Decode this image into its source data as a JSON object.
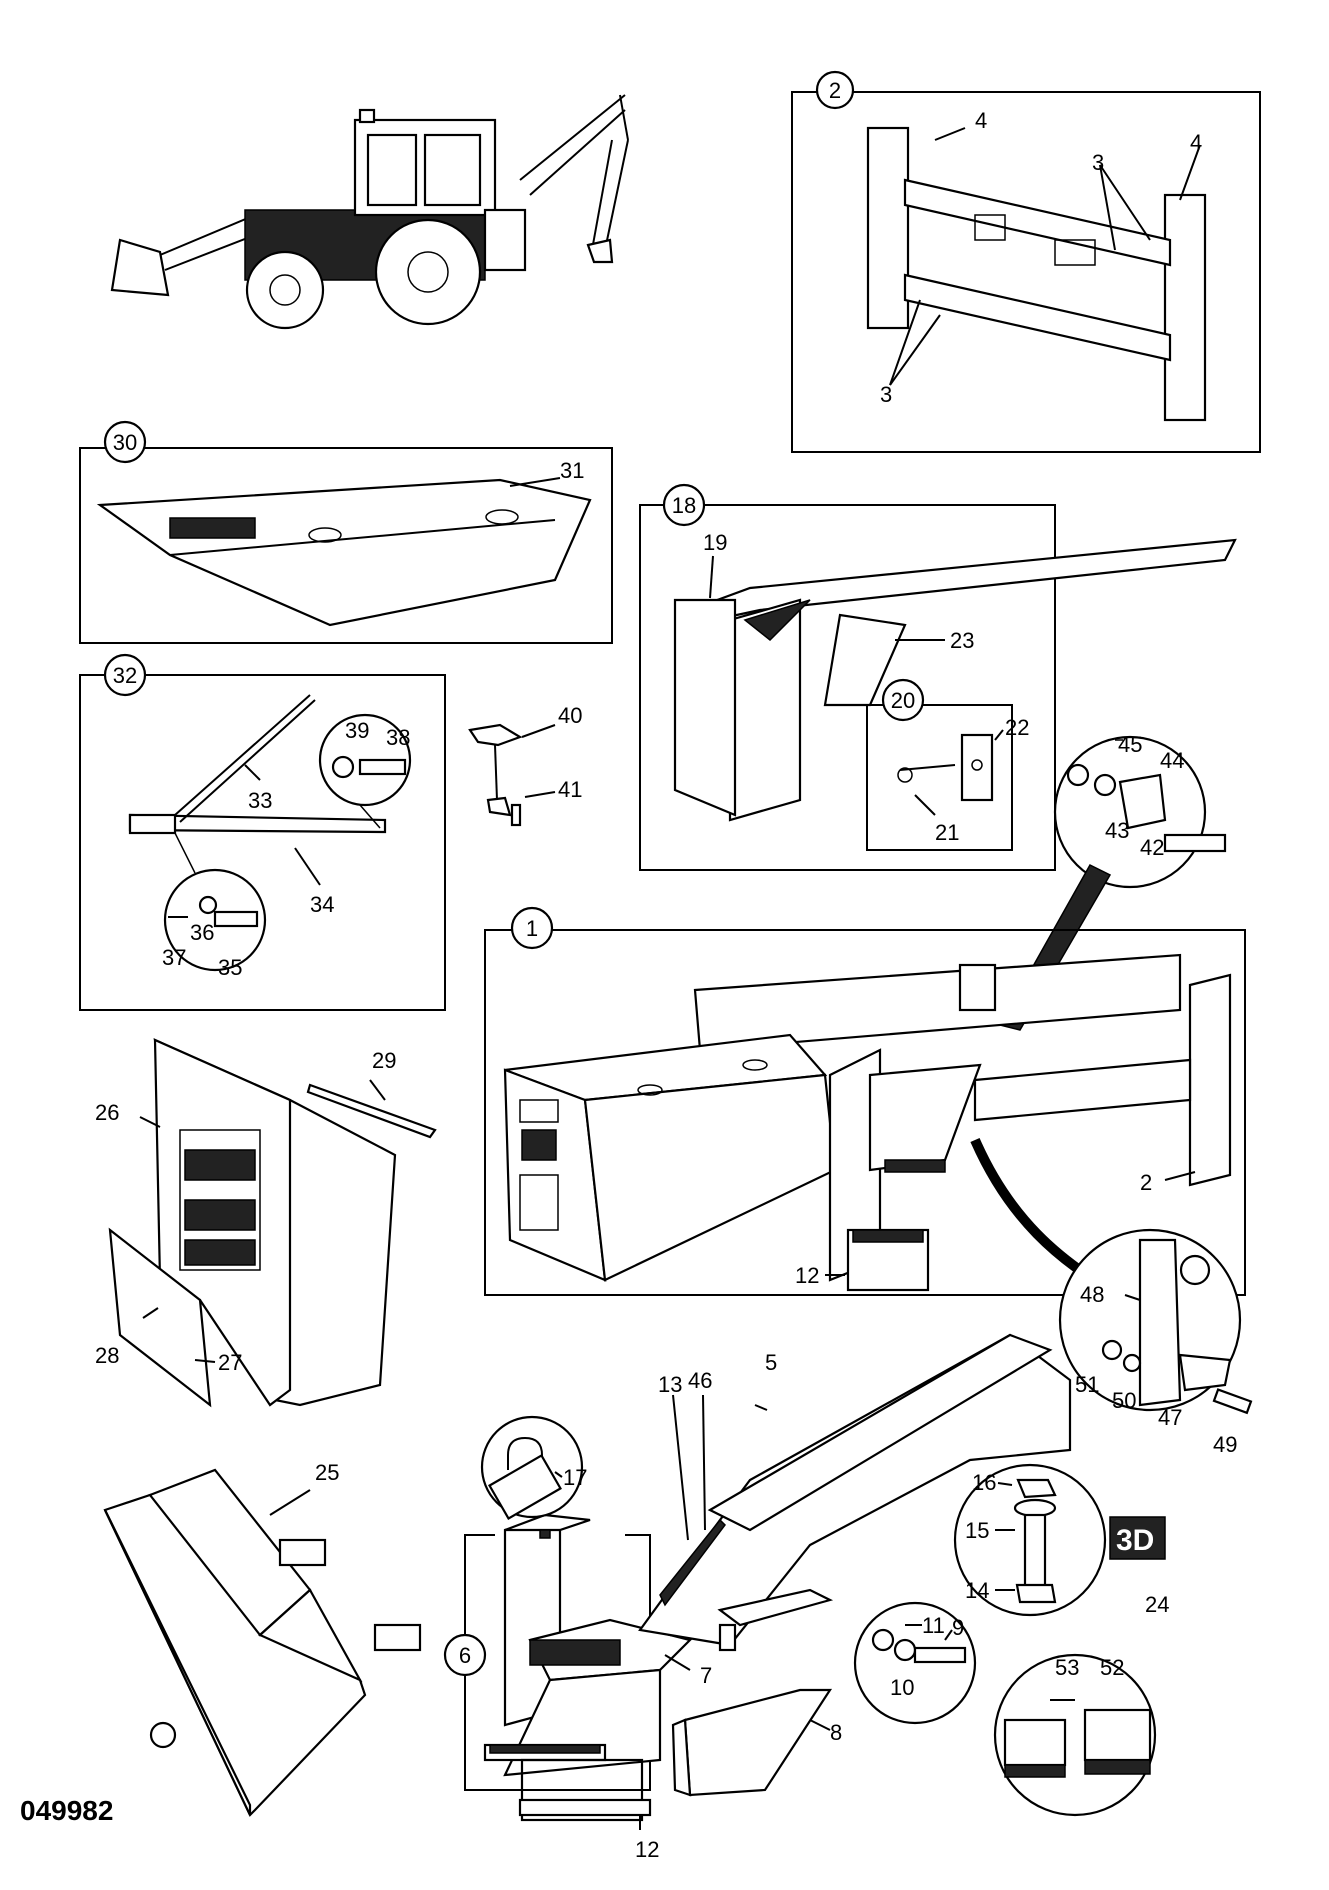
{
  "document_number": "049982",
  "logo": {
    "text": "3D",
    "label": "24"
  },
  "groups": [
    {
      "id": "group-1",
      "label": "1"
    },
    {
      "id": "group-2",
      "label": "2"
    },
    {
      "id": "group-6",
      "label": "6"
    },
    {
      "id": "group-18",
      "label": "18"
    },
    {
      "id": "group-20",
      "label": "20"
    },
    {
      "id": "group-30",
      "label": "30"
    },
    {
      "id": "group-32",
      "label": "32"
    }
  ],
  "callouts": {
    "p2a": "2",
    "p3a": "3",
    "p3b": "3",
    "p4a": "4",
    "p4b": "4",
    "p5": "5",
    "p7": "7",
    "p8": "8",
    "p9": "9",
    "p10": "10",
    "p11": "11",
    "p12a": "12",
    "p12b": "12",
    "p13": "13",
    "p14": "14",
    "p15": "15",
    "p16": "16",
    "p17": "17",
    "p19": "19",
    "p21": "21",
    "p22": "22",
    "p23": "23",
    "p25": "25",
    "p26": "26",
    "p27": "27",
    "p28": "28",
    "p29": "29",
    "p31": "31",
    "p33": "33",
    "p34": "34",
    "p35": "35",
    "p36": "36",
    "p37": "37",
    "p38": "38",
    "p39": "39",
    "p40": "40",
    "p41": "41",
    "p42": "42",
    "p43": "43",
    "p44": "44",
    "p45": "45",
    "p46": "46",
    "p47": "47",
    "p48": "48",
    "p49": "49",
    "p50": "50",
    "p51": "51",
    "p52": "52",
    "p53": "53"
  },
  "colors": {
    "ink": "#000000",
    "paper": "#ffffff"
  }
}
